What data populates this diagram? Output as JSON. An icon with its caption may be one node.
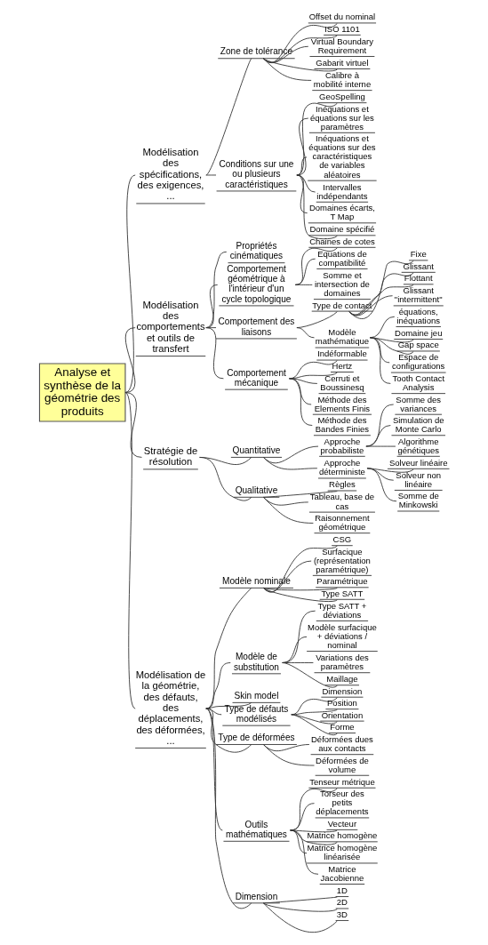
{
  "diagram": {
    "nodes": [
      {
        "text": [
          "Analyse et synthèse de la géométrie des produits"
        ]
      },
      {
        "text": [
          "Modélisation des spécifications, des exigences, ..."
        ]
      },
      {
        "text": [
          "Zone de tolérance"
        ]
      },
      {
        "text": [
          "Offset du nominal"
        ]
      },
      {
        "text": [
          "ISO 1101"
        ]
      },
      {
        "text": [
          "Virtual Boundary Requirement"
        ]
      },
      {
        "text": [
          "Gabarit virtuel"
        ]
      },
      {
        "text": [
          "Calibre à mobilité interne"
        ]
      },
      {
        "text": [
          "Conditions sur une ou plusieurs caractéristiques"
        ]
      },
      {
        "text": [
          "GeoSpelling"
        ]
      },
      {
        "text": [
          "Inéquations et équations sur les paramètres"
        ]
      },
      {
        "text": [
          "Inéquations et équations sur des caractéristiques de variables aléatoires"
        ]
      },
      {
        "text": [
          "Intervalles indépendants"
        ]
      },
      {
        "text": [
          "Domaines écarts, T Map"
        ]
      },
      {
        "text": [
          "Domaine spécifié"
        ]
      },
      {
        "text": [
          "Modélisation des comportements et outils de transfert"
        ]
      },
      {
        "text": [
          "Propriétés cinématiques"
        ]
      },
      {
        "text": [
          "Comportement géométrique à l'intérieur d'un cycle topologique"
        ]
      },
      {
        "text": [
          "Chaines de cotes"
        ]
      },
      {
        "text": [
          "Equations de compatibilité"
        ]
      },
      {
        "text": [
          "Somme et intersection de domaines"
        ]
      },
      {
        "text": [
          "Comportement des liaisons"
        ]
      },
      {
        "text": [
          "Type de contact"
        ]
      },
      {
        "text": [
          "Fixe"
        ]
      },
      {
        "text": [
          "Glissant"
        ]
      },
      {
        "text": [
          "Flottant"
        ]
      },
      {
        "text": [
          "Glissant \"intermittent\""
        ]
      },
      {
        "text": [
          "Modèle mathématique"
        ]
      },
      {
        "text": [
          "équations, inéquations"
        ]
      },
      {
        "text": [
          "Domaine jeu"
        ]
      },
      {
        "text": [
          "Gap space"
        ]
      },
      {
        "text": [
          "Espace de configurations"
        ]
      },
      {
        "text": [
          "Tooth Contact Analysis"
        ]
      },
      {
        "text": [
          "Comportement mécanique"
        ]
      },
      {
        "text": [
          "Indéformable"
        ]
      },
      {
        "text": [
          "Hertz"
        ]
      },
      {
        "text": [
          "Cerruti et Boussinesq"
        ]
      },
      {
        "text": [
          "Méthode des Elements Finis"
        ]
      },
      {
        "text": [
          "Méthode des Bandes Finies"
        ]
      },
      {
        "text": [
          "Stratégie de résolution"
        ]
      },
      {
        "text": [
          "Quantitative"
        ]
      },
      {
        "text": [
          "Approche probabiliste"
        ]
      },
      {
        "text": [
          "Somme des variances"
        ]
      },
      {
        "text": [
          "Simulation de Monte Carlo"
        ]
      },
      {
        "text": [
          "Algorithme génétiques"
        ]
      },
      {
        "text": [
          "Approche déterministe"
        ]
      },
      {
        "text": [
          "Solveur linéaire"
        ]
      },
      {
        "text": [
          "Solveur non linéaire"
        ]
      },
      {
        "text": [
          "Somme de Minkowski"
        ]
      },
      {
        "text": [
          "Qualitative"
        ]
      },
      {
        "text": [
          "Règles"
        ]
      },
      {
        "text": [
          "Tableau, base de cas"
        ]
      },
      {
        "text": [
          "Raisonnement géométrique"
        ]
      },
      {
        "text": [
          "Modélisation de la géométrie, des défauts, des déplacements, des déformées, ..."
        ]
      },
      {
        "text": [
          "Modèle nominale"
        ]
      },
      {
        "text": [
          "CSG"
        ]
      },
      {
        "text": [
          "Surfacique (représentation paramétrique)"
        ]
      },
      {
        "text": [
          "Paramétrique"
        ]
      },
      {
        "text": [
          "Type SATT"
        ]
      },
      {
        "text": [
          "Modèle de substitution"
        ]
      },
      {
        "text": [
          "Type SATT + déviations"
        ]
      },
      {
        "text": [
          "Modèle surfacique + déviations / nominal"
        ]
      },
      {
        "text": [
          "Variations des paramètres"
        ]
      },
      {
        "text": [
          "Maillage"
        ]
      },
      {
        "text": [
          "Skin model"
        ]
      },
      {
        "text": [
          "Type de défauts modélisés"
        ]
      },
      {
        "text": [
          "Dimension"
        ]
      },
      {
        "text": [
          "Position"
        ]
      },
      {
        "text": [
          "Orientation"
        ]
      },
      {
        "text": [
          "Forme"
        ]
      },
      {
        "text": [
          "Type de déformées"
        ]
      },
      {
        "text": [
          "Déformées dues aux contacts"
        ]
      },
      {
        "text": [
          "Déformées de volume"
        ]
      },
      {
        "text": [
          "Outils mathématiques"
        ]
      },
      {
        "text": [
          "Tenseur métrique"
        ]
      },
      {
        "text": [
          "Torseur des petits déplacements"
        ]
      },
      {
        "text": [
          "Vecteur"
        ]
      },
      {
        "text": [
          "Matrice homogène"
        ]
      },
      {
        "text": [
          "Matrice homogène linéarisée"
        ]
      },
      {
        "text": [
          "Matrice Jacobienne"
        ]
      },
      {
        "text": [
          "Dimension"
        ]
      },
      {
        "text": [
          "1D"
        ]
      },
      {
        "text": [
          "2D"
        ]
      },
      {
        "text": [
          "3D"
        ]
      }
    ],
    "edges": [
      {
        "from": 0,
        "to": 1,
        "arrow": "none"
      },
      {
        "from": 1,
        "to": 2,
        "arrow": "none"
      },
      {
        "from": 2,
        "to": 3,
        "arrow": "none"
      },
      {
        "from": 2,
        "to": 4,
        "arrow": "none"
      },
      {
        "from": 2,
        "to": 5,
        "arrow": "none"
      },
      {
        "from": 2,
        "to": 6,
        "arrow": "none"
      },
      {
        "from": 2,
        "to": 7,
        "arrow": "none"
      },
      {
        "from": 1,
        "to": 8,
        "arrow": "none"
      },
      {
        "from": 8,
        "to": 9,
        "arrow": "none"
      },
      {
        "from": 8,
        "to": 10,
        "arrow": "none"
      },
      {
        "from": 8,
        "to": 11,
        "arrow": "none"
      },
      {
        "from": 8,
        "to": 12,
        "arrow": "none"
      },
      {
        "from": 8,
        "to": 13,
        "arrow": "none"
      },
      {
        "from": 8,
        "to": 14,
        "arrow": "none"
      },
      {
        "from": 0,
        "to": 15,
        "arrow": "none"
      },
      {
        "from": 15,
        "to": 16,
        "arrow": "none"
      },
      {
        "from": 15,
        "to": 17,
        "arrow": "none"
      },
      {
        "from": 17,
        "to": 18,
        "arrow": "none"
      },
      {
        "from": 17,
        "to": 19,
        "arrow": "none"
      },
      {
        "from": 17,
        "to": 20,
        "arrow": "none"
      },
      {
        "from": 15,
        "to": 21,
        "arrow": "none"
      },
      {
        "from": 21,
        "to": 22,
        "arrow": "none"
      },
      {
        "from": 22,
        "to": 23,
        "arrow": "none"
      },
      {
        "from": 22,
        "to": 24,
        "arrow": "none"
      },
      {
        "from": 22,
        "to": 25,
        "arrow": "none"
      },
      {
        "from": 22,
        "to": 26,
        "arrow": "none"
      },
      {
        "from": 21,
        "to": 27,
        "arrow": "none"
      },
      {
        "from": 27,
        "to": 28,
        "arrow": "none"
      },
      {
        "from": 27,
        "to": 29,
        "arrow": "none"
      },
      {
        "from": 27,
        "to": 30,
        "arrow": "none"
      },
      {
        "from": 27,
        "to": 31,
        "arrow": "none"
      },
      {
        "from": 27,
        "to": 32,
        "arrow": "none"
      },
      {
        "from": 15,
        "to": 33,
        "arrow": "none"
      },
      {
        "from": 33,
        "to": 34,
        "arrow": "none"
      },
      {
        "from": 33,
        "to": 35,
        "arrow": "none"
      },
      {
        "from": 33,
        "to": 36,
        "arrow": "none"
      },
      {
        "from": 33,
        "to": 37,
        "arrow": "none"
      },
      {
        "from": 33,
        "to": 38,
        "arrow": "none"
      },
      {
        "from": 0,
        "to": 39,
        "arrow": "none"
      },
      {
        "from": 39,
        "to": 40,
        "arrow": "none"
      },
      {
        "from": 40,
        "to": 41,
        "arrow": "none"
      },
      {
        "from": 41,
        "to": 42,
        "arrow": "none"
      },
      {
        "from": 41,
        "to": 43,
        "arrow": "none"
      },
      {
        "from": 41,
        "to": 44,
        "arrow": "none"
      },
      {
        "from": 40,
        "to": 45,
        "arrow": "none"
      },
      {
        "from": 45,
        "to": 46,
        "arrow": "none"
      },
      {
        "from": 45,
        "to": 47,
        "arrow": "none"
      },
      {
        "from": 45,
        "to": 48,
        "arrow": "none"
      },
      {
        "from": 39,
        "to": 49,
        "arrow": "none"
      },
      {
        "from": 49,
        "to": 50,
        "arrow": "none"
      },
      {
        "from": 49,
        "to": 51,
        "arrow": "none"
      },
      {
        "from": 49,
        "to": 52,
        "arrow": "none"
      },
      {
        "from": 0,
        "to": 53,
        "arrow": "none"
      },
      {
        "from": 53,
        "to": 54,
        "arrow": "none"
      },
      {
        "from": 54,
        "to": 55,
        "arrow": "none"
      },
      {
        "from": 54,
        "to": 56,
        "arrow": "none"
      },
      {
        "from": 54,
        "to": 57,
        "arrow": "none"
      },
      {
        "from": 54,
        "to": 58,
        "arrow": "none"
      },
      {
        "from": 53,
        "to": 59,
        "arrow": "none"
      },
      {
        "from": 59,
        "to": 60,
        "arrow": "none"
      },
      {
        "from": 59,
        "to": 61,
        "arrow": "none"
      },
      {
        "from": 59,
        "to": 62,
        "arrow": "none"
      },
      {
        "from": 59,
        "to": 63,
        "arrow": "none"
      },
      {
        "from": 53,
        "to": 64,
        "arrow": "none"
      },
      {
        "from": 53,
        "to": 65,
        "arrow": "none"
      },
      {
        "from": 65,
        "to": 66,
        "arrow": "none"
      },
      {
        "from": 65,
        "to": 67,
        "arrow": "none"
      },
      {
        "from": 65,
        "to": 68,
        "arrow": "none"
      },
      {
        "from": 65,
        "to": 69,
        "arrow": "none"
      },
      {
        "from": 53,
        "to": 70,
        "arrow": "none"
      },
      {
        "from": 70,
        "to": 71,
        "arrow": "none"
      },
      {
        "from": 70,
        "to": 72,
        "arrow": "none"
      },
      {
        "from": 53,
        "to": 73,
        "arrow": "none"
      },
      {
        "from": 73,
        "to": 74,
        "arrow": "none"
      },
      {
        "from": 73,
        "to": 75,
        "arrow": "none"
      },
      {
        "from": 73,
        "to": 76,
        "arrow": "none"
      },
      {
        "from": 73,
        "to": 77,
        "arrow": "none"
      },
      {
        "from": 73,
        "to": 78,
        "arrow": "none"
      },
      {
        "from": 73,
        "to": 79,
        "arrow": "none"
      },
      {
        "from": 53,
        "to": 80,
        "arrow": "none"
      },
      {
        "from": 80,
        "to": 81,
        "arrow": "none"
      },
      {
        "from": 80,
        "to": 82,
        "arrow": "none"
      },
      {
        "from": 80,
        "to": 83,
        "arrow": "none"
      }
    ]
  }
}
